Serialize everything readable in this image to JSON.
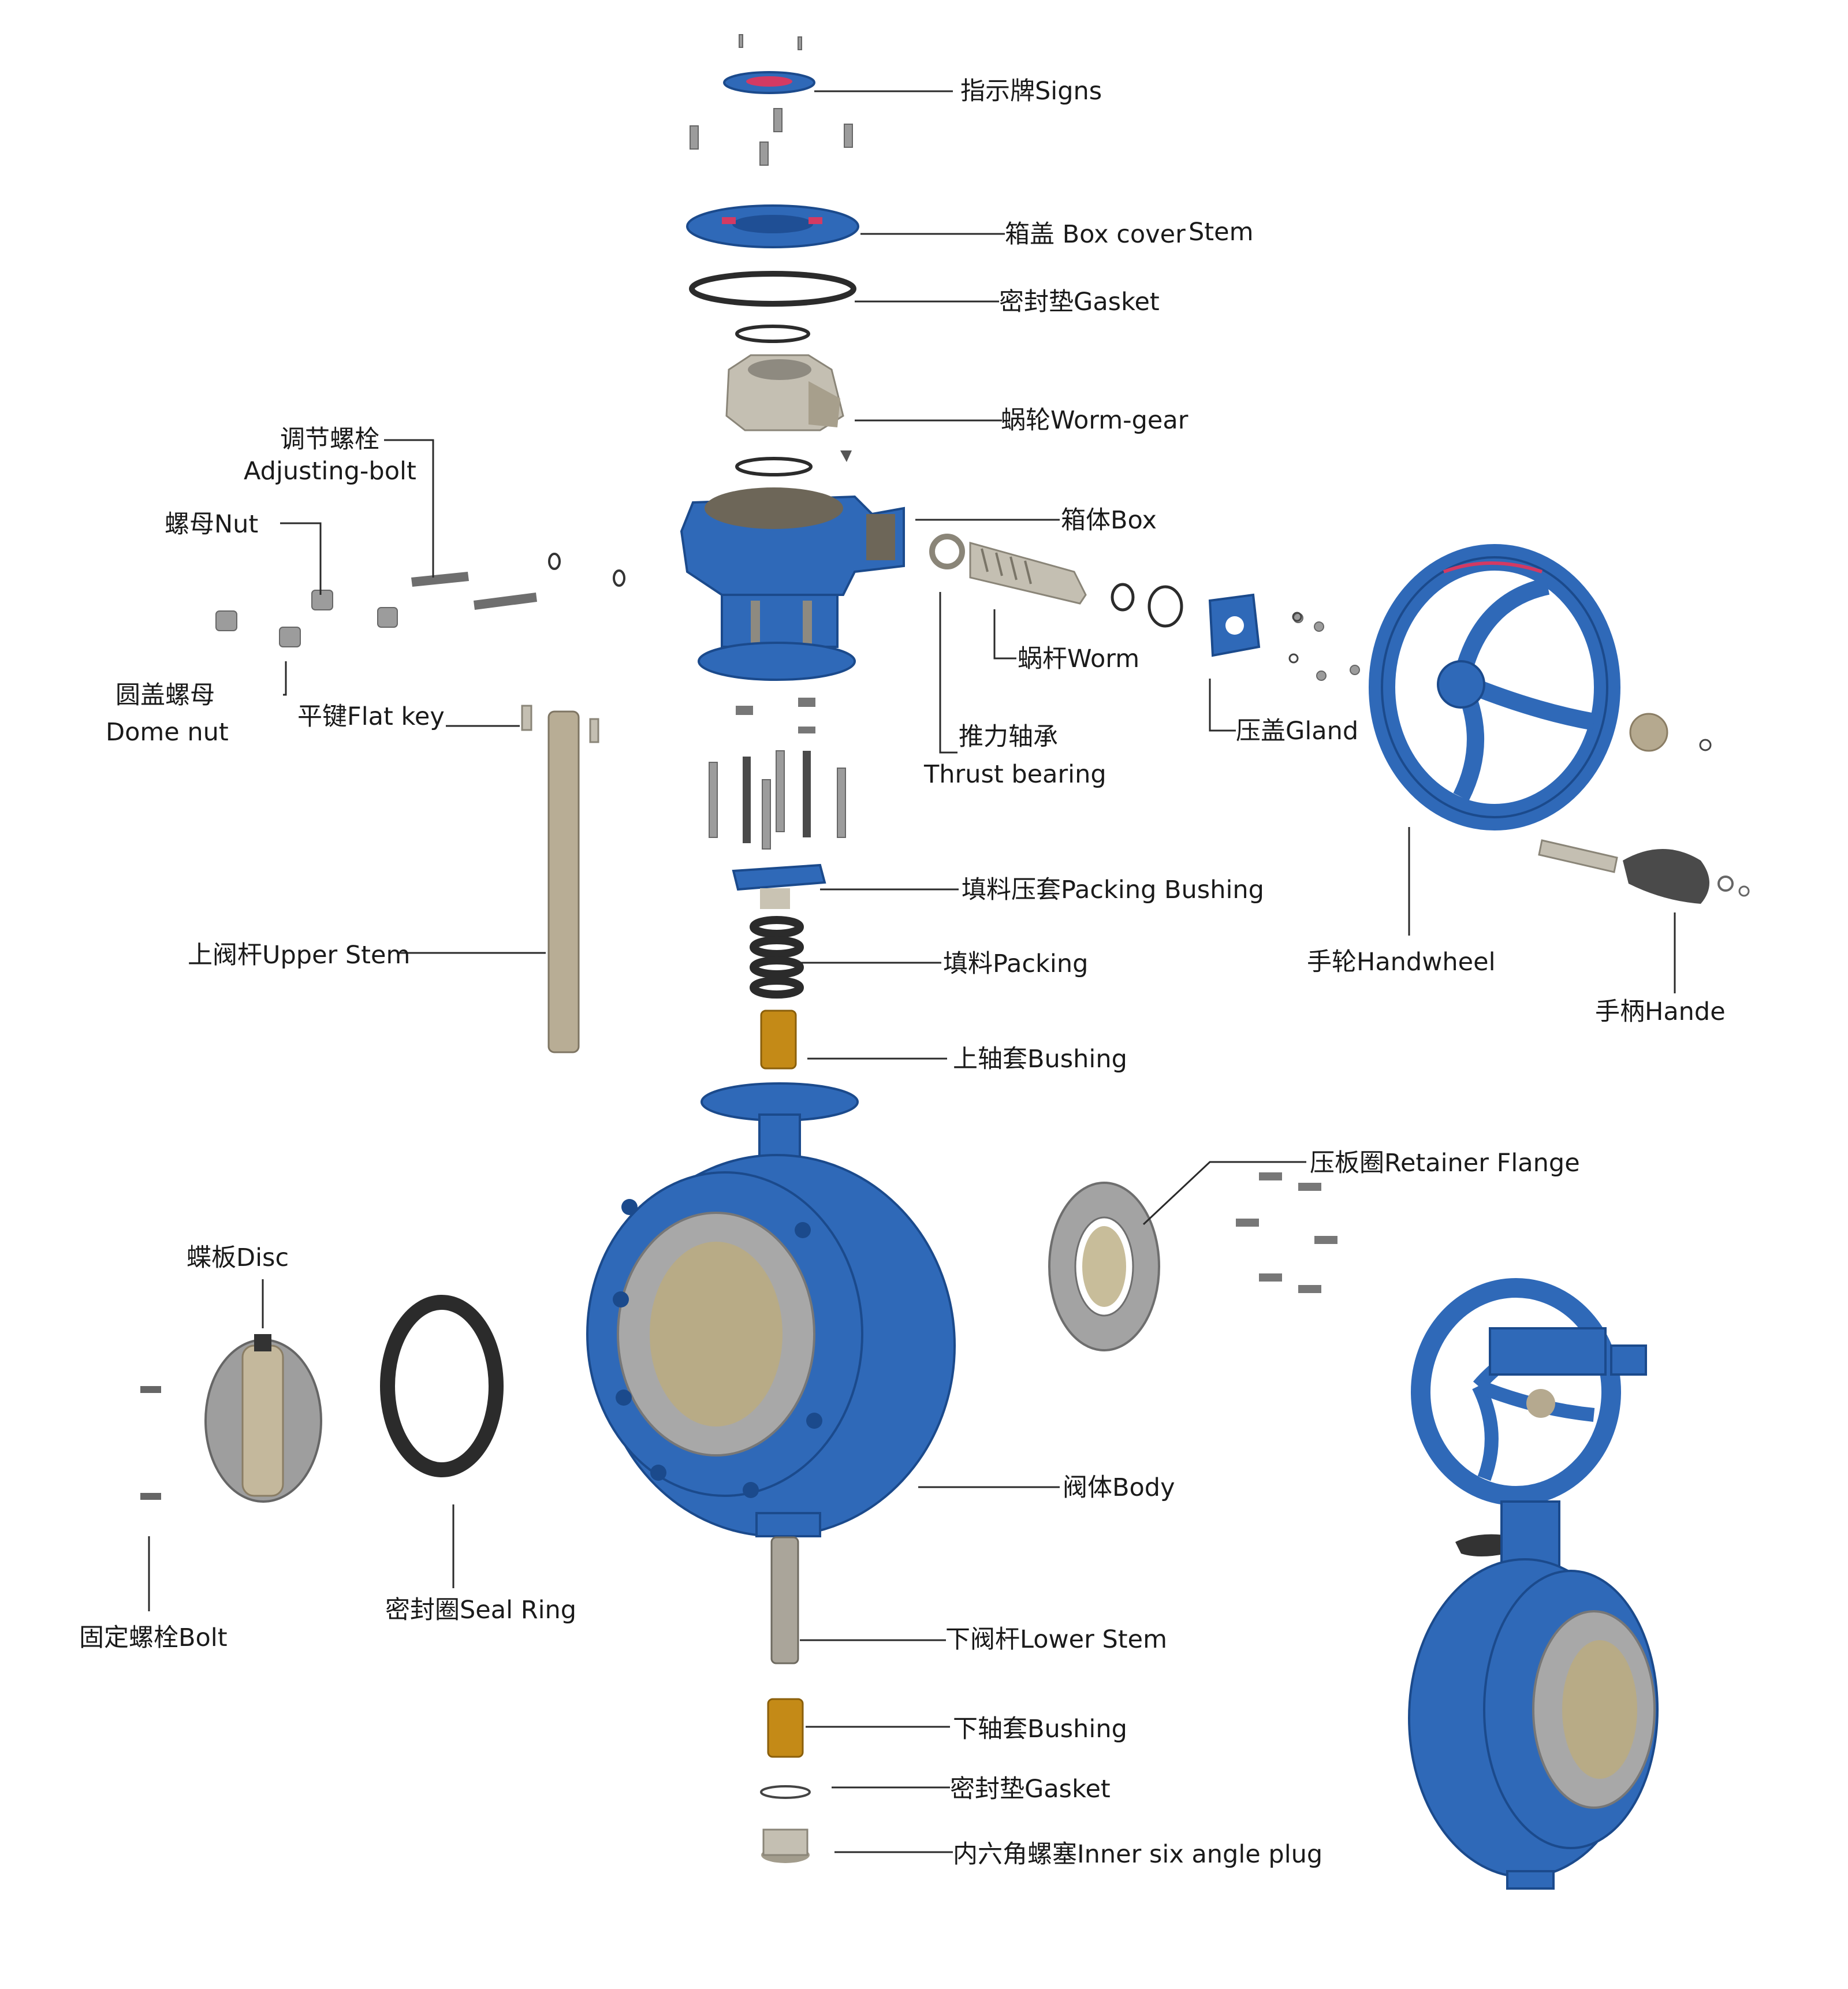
{
  "labels": {
    "signs": "指示牌Signs",
    "box_cover": "箱盖 Box cover",
    "stem": "Stem",
    "gasket_top": "密封垫Gasket",
    "worm_gear": "蜗轮Worm-gear",
    "box": "箱体Box",
    "worm": "蜗杆Worm",
    "thrust_bearing_cn": "推力轴承",
    "thrust_bearing_en": "Thrust bearing",
    "gland": "压盖Gland",
    "adjusting_bolt_cn": "调节螺栓",
    "adjusting_bolt_en": "Adjusting-bolt",
    "nut": "螺母Nut",
    "dome_nut_cn": "圆盖螺母",
    "dome_nut_en": "Dome nut",
    "flat_key": "平键Flat key",
    "packing_bushing": "填料压套Packing Bushing",
    "packing": "填料Packing",
    "upper_stem": "上阀杆Upper Stem",
    "handwheel": "手轮Handwheel",
    "handle": "手柄Hande",
    "upper_bushing": "上轴套Bushing",
    "retainer_flange": "压板圈Retainer Flange",
    "disc": "蝶板Disc",
    "body": "阀体Body",
    "bolt": "固定螺栓Bolt",
    "seal_ring": "密封圈Seal Ring",
    "lower_stem": "下阀杆Lower Stem",
    "lower_bushing": "下轴套Bushing",
    "gasket_bottom": "密封垫Gasket",
    "inner_plug": "内六角螺塞Inner six angle plug"
  },
  "colors": {
    "valve_blue": "#2f69b8",
    "metal": "#c4bfb2",
    "brass": "#c48a17",
    "mark_red": "#d33a63"
  }
}
